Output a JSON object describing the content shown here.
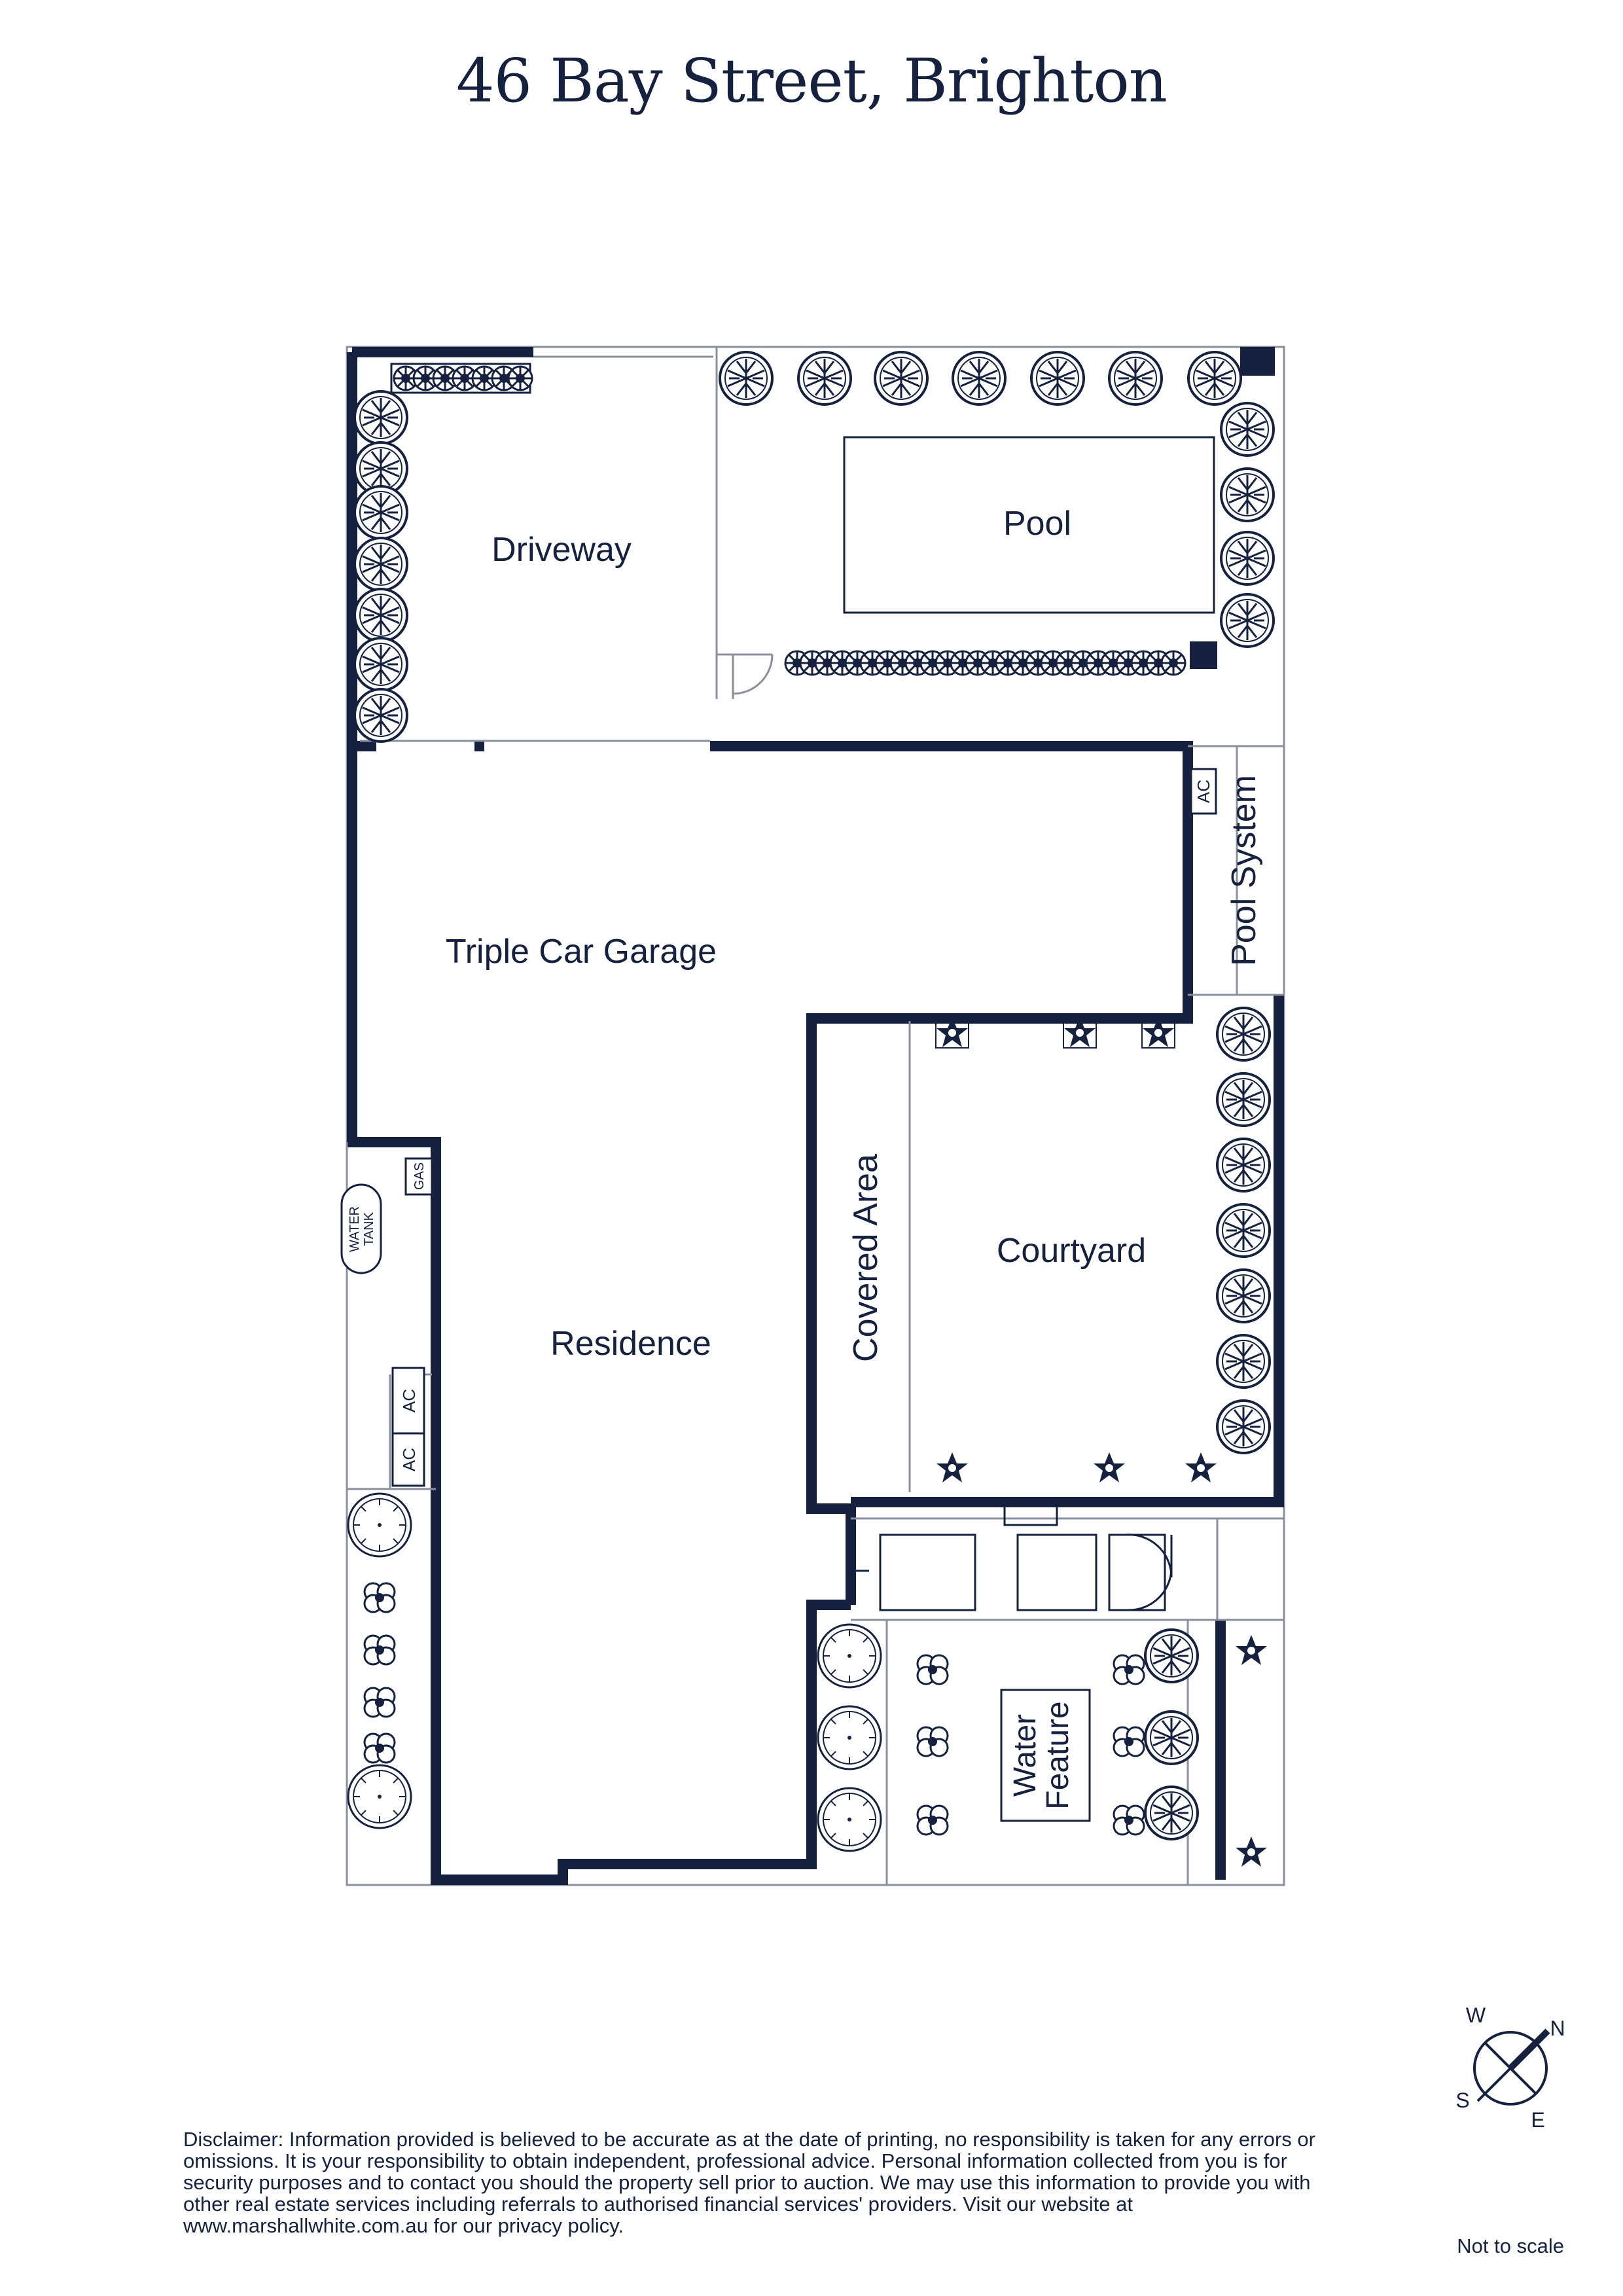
{
  "title": "46 Bay Street, Brighton",
  "rooms": {
    "driveway": "Driveway",
    "pool": "Pool",
    "garage": "Triple Car Garage",
    "pool_system": "Pool System",
    "covered_area": "Covered Area",
    "courtyard": "Courtyard",
    "residence": "Residence",
    "water_feature_line1": "Water",
    "water_feature_line2": "Feature"
  },
  "fixtures": {
    "ac": "AC",
    "gas": "GAS",
    "water_tank_line1": "WATER",
    "water_tank_line2": "TANK"
  },
  "compass": {
    "north": "N",
    "south": "S",
    "east": "E",
    "west": "W"
  },
  "disclaimer": "Disclaimer: Information provided is believed to be accurate as at the date of printing, no responsibility is taken for any errors or omissions. It is your responsibility to obtain independent, professional advice. Personal information collected from you is for security purposes and to contact you should the property sell prior to auction. We may use this information to provide you with other real estate services including referrals to authorised financial services' providers. Visit our website at www.marshallwhite.com.au for our privacy policy.",
  "scale_note": "Not to scale",
  "colors": {
    "ink": "#15213f",
    "thin_line": "#8a8f9c"
  }
}
